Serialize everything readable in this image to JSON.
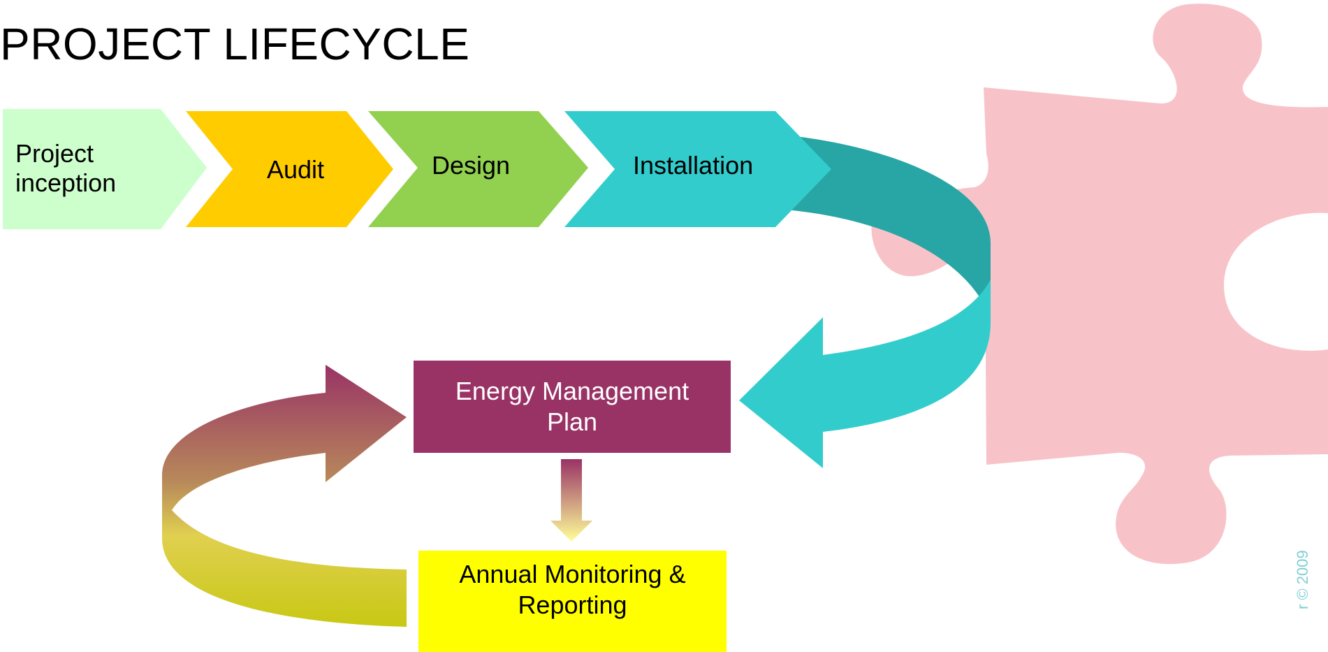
{
  "title": "PROJECT LIFECYCLE",
  "stages": [
    {
      "label_line1": "Project",
      "label_line2": "inception",
      "color": "#ccffcc"
    },
    {
      "label": "Audit",
      "color": "#ffcc00"
    },
    {
      "label": "Design",
      "color": "#92d050"
    },
    {
      "label": "Installation",
      "color": "#33cccc"
    }
  ],
  "plan_box": {
    "line1": "Energy Management",
    "line2": "Plan",
    "color": "#993366"
  },
  "monitoring_box": {
    "line1": "Annual Monitoring &",
    "line2": "Reporting",
    "color": "#ffff00"
  },
  "copyright": "r © 2009",
  "colors": {
    "puzzle": "#f8c3c8",
    "teal_arrow": "#33cccc",
    "teal_dark": "#28a5a5",
    "loop_top": "#993366",
    "loop_bottom": "#c8c814"
  },
  "icons": [
    "puzzle-piece-icon"
  ]
}
